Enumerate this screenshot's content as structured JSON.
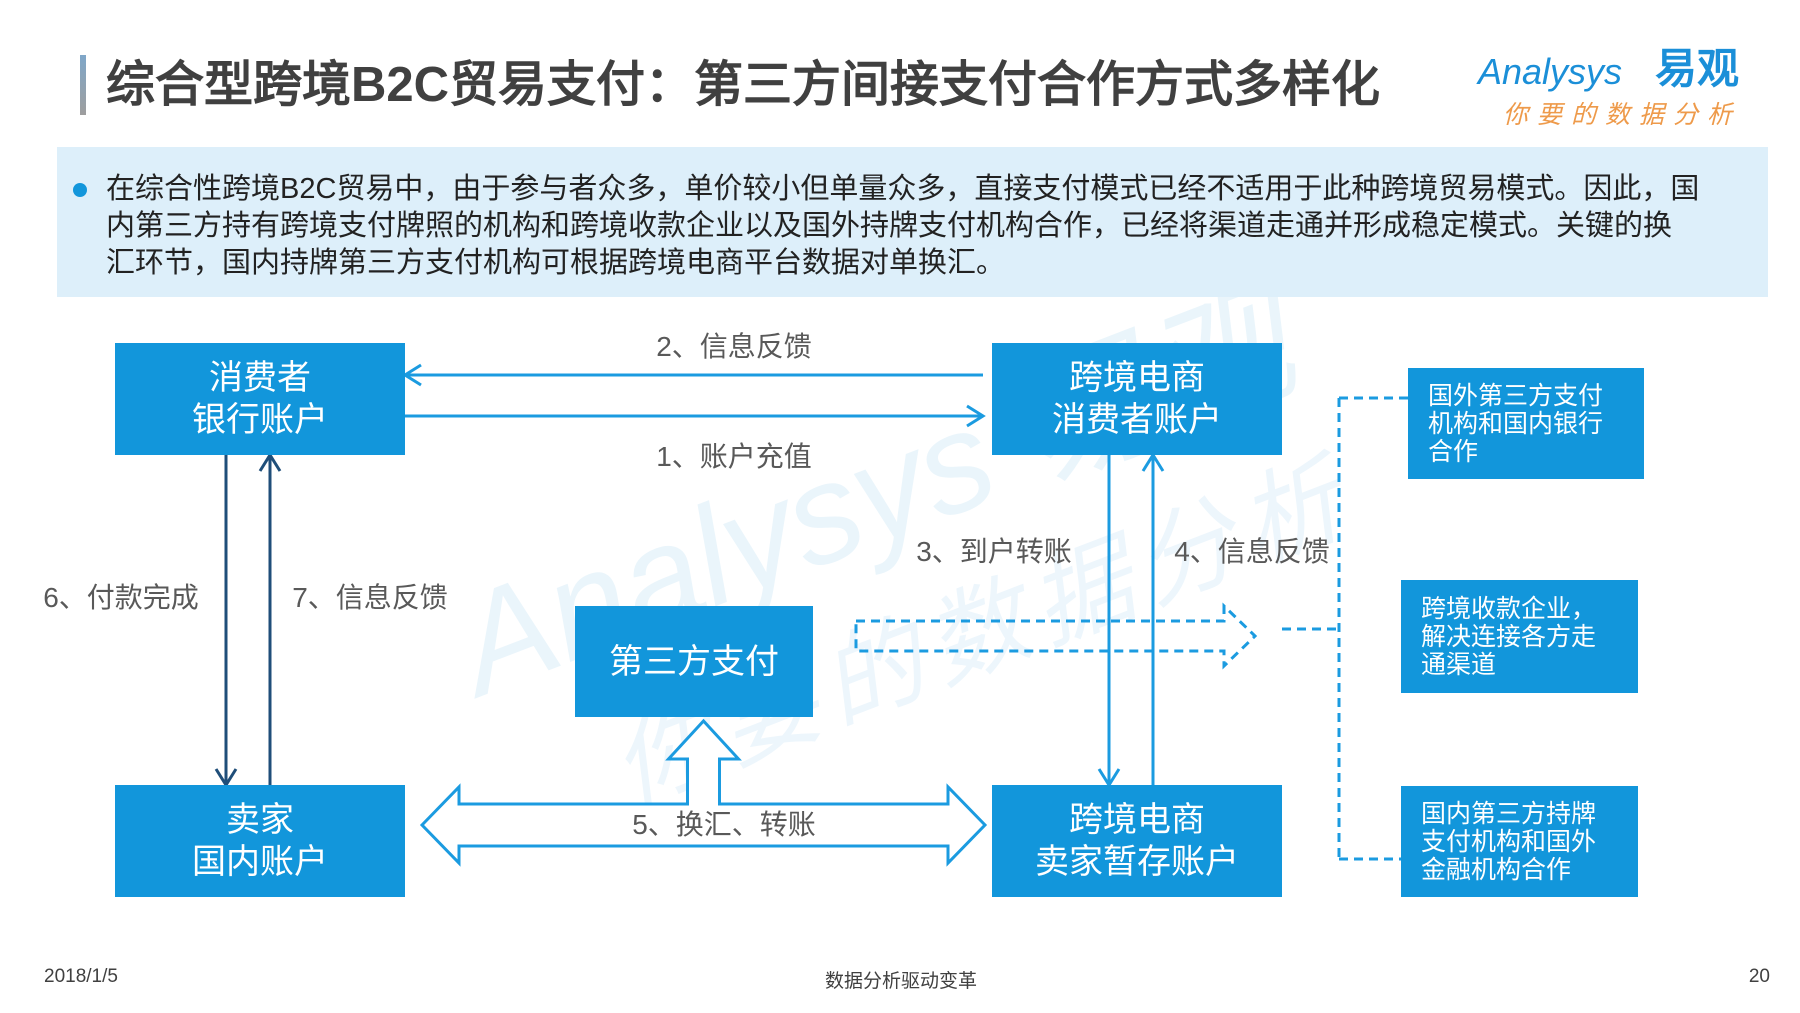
{
  "title": "综合型跨境B2C贸易支付：第三方间接支付合作方式多样化",
  "logo": {
    "brand_en": "Analysys",
    "brand_cn": "易观",
    "slogan": "你要的数据分析"
  },
  "intro": {
    "lines": [
      "在综合性跨境B2C贸易中，由于参与者众多，单价较小但单量众多，直接支付模式已经不适用于此种跨境贸易模式。因此，国",
      "内第三方持有跨境支付牌照的机构和跨境收款企业以及国外持牌支付机构合作，已经将渠道走通并形成稳定模式。关键的换",
      "汇环节，国内持牌第三方支付机构可根据跨境电商平台数据对单换汇。"
    ]
  },
  "diagram": {
    "nodes": {
      "consumer_bank": {
        "lines": [
          "消费者",
          "银行账户"
        ]
      },
      "ec_consumer": {
        "lines": [
          "跨境电商",
          "消费者账户"
        ]
      },
      "third_party": {
        "lines": [
          "第三方支付"
        ]
      },
      "seller": {
        "lines": [
          "卖家",
          "国内账户"
        ]
      },
      "ec_seller": {
        "lines": [
          "跨境电商",
          "卖家暂存账户"
        ]
      }
    },
    "flows": {
      "recharge": "1、账户充值",
      "info_feedback_top": "2、信息反馈",
      "transfer_to_account": "3、到户转账",
      "info_feedback_right": "4、信息反馈",
      "exchange_transfer": "5、换汇、转账",
      "payment_complete": "6、付款完成",
      "info_feedback_left": "7、信息反馈"
    },
    "partners": [
      {
        "lines": [
          "国外第三方支付",
          "机构和国内银行",
          "合作"
        ]
      },
      {
        "lines": [
          "跨境收款企业，",
          "解决连接各方走",
          "通渠道"
        ]
      },
      {
        "lines": [
          "国内第三方持牌",
          "支付机构和国外",
          "金融机构合作"
        ]
      }
    ]
  },
  "watermark": {
    "brand_en": "Analysys",
    "brand_cn": "易观",
    "slogan": "你要的数据分析"
  },
  "footer": {
    "date": "2018/1/5",
    "center": "数据分析驱动变革",
    "page": "20"
  },
  "colors": {
    "box_blue": "#1296db",
    "arrow_blue": "#1b9be0",
    "arrow_navy": "#1f4e79",
    "intro_bg": "#ddeffa",
    "logo_blue": "#1b8fd8",
    "logo_orange": "#ee9a4a",
    "title_text": "#404040"
  }
}
